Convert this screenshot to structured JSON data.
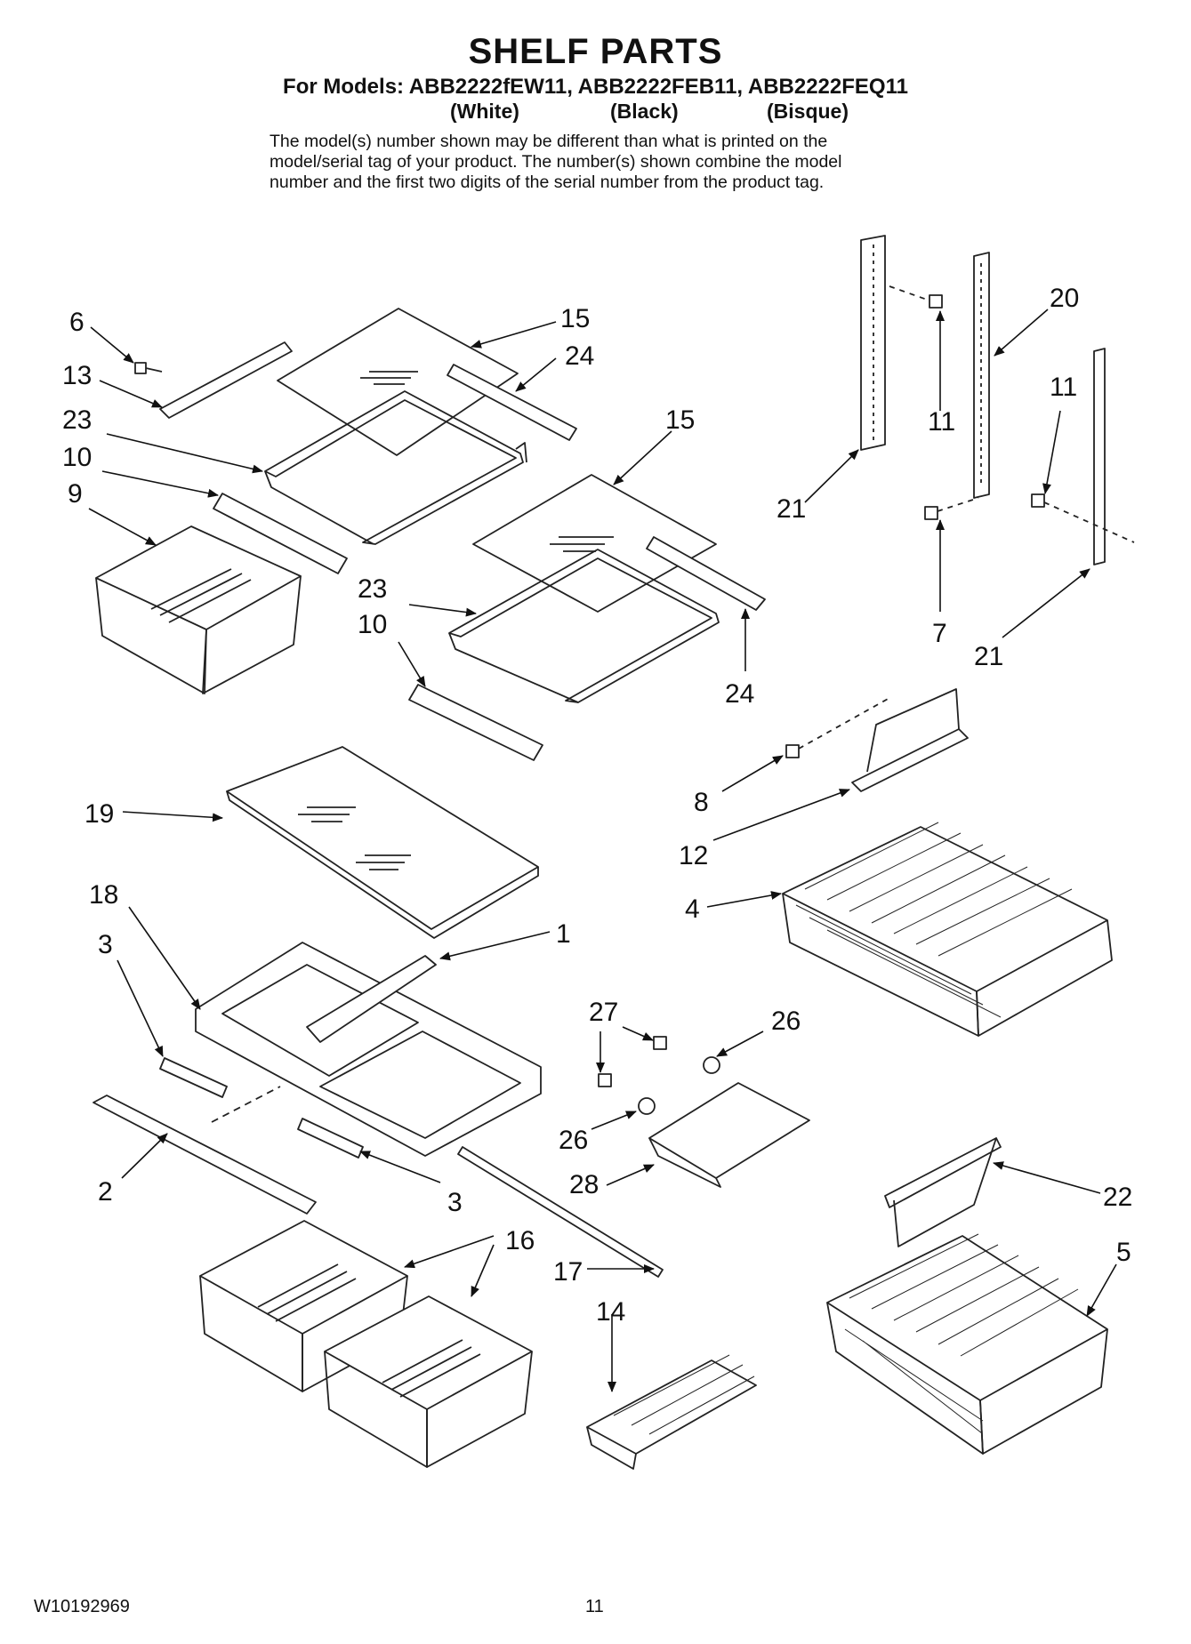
{
  "header": {
    "title": "SHELF PARTS",
    "models": "For Models: ABB2222fEW11, ABB2222FEB11, ABB2222FEQ11",
    "colors": [
      "(White)",
      "(Black)",
      "(Bisque)"
    ],
    "note_lines": [
      "The model(s) number shown may be different than what is printed on the",
      "model/serial tag of your product. The number(s) shown combine the model",
      "number and the first two digits of the serial number from the product tag."
    ]
  },
  "callouts": {
    "c6": "6",
    "c13": "13",
    "c23a": "23",
    "c10a": "10",
    "c9": "9",
    "c15a": "15",
    "c24a": "24",
    "c15b": "15",
    "c23b": "23",
    "c10b": "10",
    "c24b": "24",
    "c11a": "11",
    "c20": "20",
    "c11b": "11",
    "c21a": "21",
    "c7": "7",
    "c21b": "21",
    "c8": "8",
    "c12": "12",
    "c4": "4",
    "c19": "19",
    "c18": "18",
    "c3a": "3",
    "c1": "1",
    "c2": "2",
    "c3b": "3",
    "c27": "27",
    "c26a": "26",
    "c26b": "26",
    "c28": "28",
    "c16": "16",
    "c17": "17",
    "c14": "14",
    "c22": "22",
    "c5": "5"
  },
  "footer": {
    "doc_number": "W10192969",
    "page_number": "11"
  }
}
